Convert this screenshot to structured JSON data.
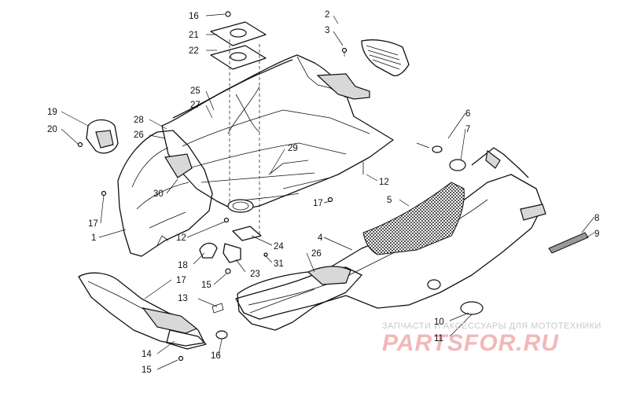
{
  "watermark": {
    "top_text": "ЗАПЧАСТИ И АКСЕССУАРЫ ДЛЯ МОТОТЕХНИКИ",
    "brand_text": "PARTSFOR.RU"
  },
  "callouts": [
    {
      "id": "c16a",
      "text": "16"
    },
    {
      "id": "c21",
      "text": "21"
    },
    {
      "id": "c22",
      "text": "22"
    },
    {
      "id": "c2",
      "text": "2"
    },
    {
      "id": "c3",
      "text": "3"
    },
    {
      "id": "c25",
      "text": "25"
    },
    {
      "id": "c27",
      "text": "27"
    },
    {
      "id": "c28",
      "text": "28"
    },
    {
      "id": "c26a",
      "text": "26"
    },
    {
      "id": "c19",
      "text": "19"
    },
    {
      "id": "c20",
      "text": "20"
    },
    {
      "id": "c29",
      "text": "29"
    },
    {
      "id": "c6",
      "text": "6"
    },
    {
      "id": "c7",
      "text": "7"
    },
    {
      "id": "c30",
      "text": "30"
    },
    {
      "id": "c12a",
      "text": "12"
    },
    {
      "id": "c5",
      "text": "5"
    },
    {
      "id": "c17a",
      "text": "17"
    },
    {
      "id": "c1",
      "text": "1"
    },
    {
      "id": "c12b",
      "text": "12"
    },
    {
      "id": "c17b",
      "text": "17"
    },
    {
      "id": "c8",
      "text": "8"
    },
    {
      "id": "c9",
      "text": "9"
    },
    {
      "id": "c4",
      "text": "4"
    },
    {
      "id": "c24",
      "text": "24"
    },
    {
      "id": "c31",
      "text": "31"
    },
    {
      "id": "c26b",
      "text": "26"
    },
    {
      "id": "c18",
      "text": "18"
    },
    {
      "id": "c23",
      "text": "23"
    },
    {
      "id": "c15a",
      "text": "15"
    },
    {
      "id": "c17c",
      "text": "17"
    },
    {
      "id": "c13",
      "text": "13"
    },
    {
      "id": "c10",
      "text": "10"
    },
    {
      "id": "c11",
      "text": "11"
    },
    {
      "id": "c14",
      "text": "14"
    },
    {
      "id": "c16b",
      "text": "16"
    },
    {
      "id": "c15b",
      "text": "15"
    }
  ]
}
